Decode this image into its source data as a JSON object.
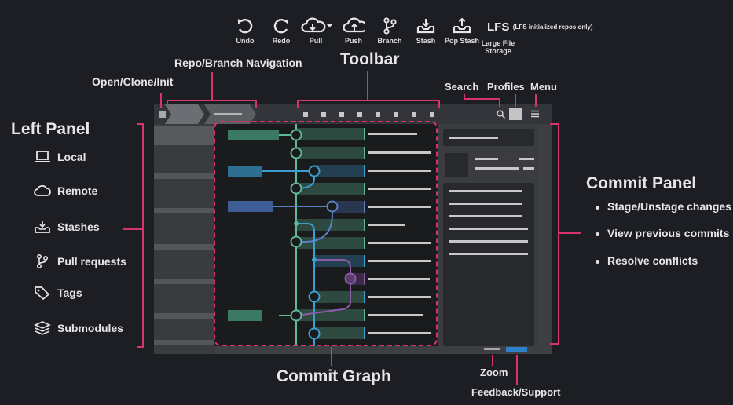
{
  "toolbar_buttons": [
    {
      "label": "Undo",
      "icon": "undo-icon"
    },
    {
      "label": "Redo",
      "icon": "redo-icon"
    },
    {
      "label": "Pull",
      "icon": "cloud-download-icon"
    },
    {
      "label": "Push",
      "icon": "cloud-upload-icon"
    },
    {
      "label": "Branch",
      "icon": "branch-icon"
    },
    {
      "label": "Stash",
      "icon": "stash-icon"
    },
    {
      "label": "Pop Stash",
      "icon": "pop-stash-icon"
    }
  ],
  "lfs": {
    "title": "LFS",
    "note": "(LFS initialized repos only)",
    "caption_line1": "Large File",
    "caption_line2": "Storage"
  },
  "callouts": {
    "toolbar": "Toolbar",
    "repo_nav": "Repo/Branch Navigation",
    "open_clone": "Open/Clone/Init",
    "search": "Search",
    "profiles": "Profiles",
    "menu": "Menu",
    "left_panel": "Left Panel",
    "commit_panel": "Commit Panel",
    "commit_graph": "Commit Graph",
    "zoom": "Zoom",
    "feedback": "Feedback/Support"
  },
  "left_panel_items": [
    {
      "label": "Local",
      "icon": "laptop-icon"
    },
    {
      "label": "Remote",
      "icon": "cloud-icon"
    },
    {
      "label": "Stashes",
      "icon": "stash-tray-icon"
    },
    {
      "label": "Pull requests",
      "icon": "pull-request-icon"
    },
    {
      "label": "Tags",
      "icon": "tag-icon"
    },
    {
      "label": "Submodules",
      "icon": "layers-icon"
    }
  ],
  "commit_panel_items": [
    "Stage/Unstage changes",
    "View previous commits",
    "Resolve conflicts"
  ],
  "colors": {
    "accent_pink": "#d8336a",
    "branch_green": "#5fb89a",
    "branch_blue": "#3a9fd0",
    "branch_navy": "#5b7fc4",
    "branch_purple": "#8d5aa8",
    "feedback_blue": "#2f7fc9"
  }
}
